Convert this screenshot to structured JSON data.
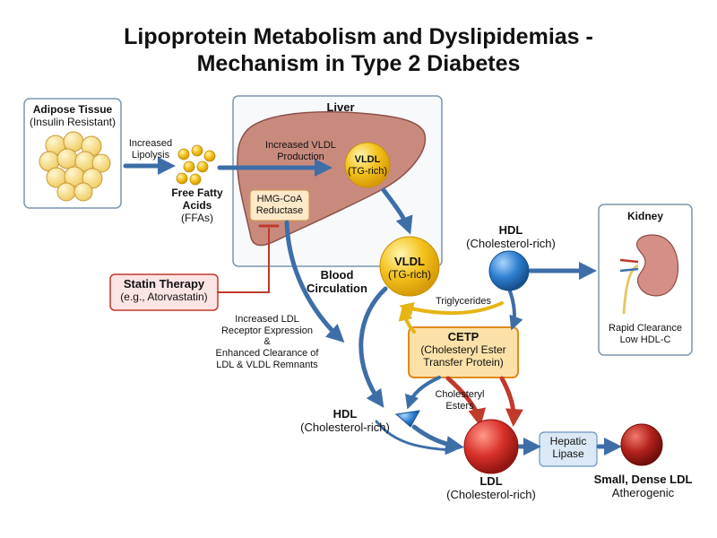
{
  "title": {
    "line1": "Lipoprotein Metabolism and Dyslipidemias -",
    "line2": "Mechanism in Type 2 Diabetes"
  },
  "adipose": {
    "title": "Adipose Tissue",
    "subtitle": "(Insulin Resistant)"
  },
  "lipolysis": {
    "line1": "Increased",
    "line2": "Lipolysis"
  },
  "ffa": {
    "line1": "Free Fatty",
    "line2": "Acids",
    "line3": "(FFAs)"
  },
  "liver": {
    "title": "Liver"
  },
  "vldl_production": {
    "line1": "Increased VLDL",
    "line2": "Production"
  },
  "vldl_liver": {
    "name": "VLDL",
    "sub": "(TG-rich)"
  },
  "hmg": {
    "line1": "HMG-CoA",
    "line2": "Reductase"
  },
  "statin": {
    "line1": "Statin Therapy",
    "line2": "(e.g., Atorvastatin)"
  },
  "blood": {
    "line1": "Blood",
    "line2": "Circulation"
  },
  "vldl_blood": {
    "name": "VLDL",
    "sub": "(TG-rich)"
  },
  "hdl_top": {
    "name": "HDL",
    "sub": "(Cholesterol-rich)"
  },
  "triglycerides": "Triglycerides",
  "kidney": {
    "title": "Kidney",
    "line1": "Rapid Clearance",
    "line2": "Low HDL-C"
  },
  "ldl_receptor": {
    "line1": "Increased LDL",
    "line2": "Receptor Expression",
    "line3": "&",
    "line4": "Enhanced Clearance of",
    "line5": "LDL & VLDL Remnants"
  },
  "cetp": {
    "name": "CETP",
    "line1": "(Cholesteryl Ester",
    "line2": "Transfer Protein)"
  },
  "cholesteryl_esters": {
    "line1": "Cholesteryl",
    "line2": "Esters"
  },
  "hdl_bottom": {
    "name": "HDL",
    "sub": "(Cholesterol-rich)"
  },
  "ldl": {
    "name": "LDL",
    "sub": "(Cholesterol-rich)"
  },
  "hepatic_lipase": {
    "line1": "Hepatic",
    "line2": "Lipase"
  },
  "small_ldl": {
    "name": "Small, Dense LDL",
    "sub": "Atherogenic"
  },
  "colors": {
    "arrow_blue": "#3d6ea8",
    "arrow_red": "#c0392b",
    "arrow_yellow": "#e5b512",
    "liver_fill": "#c98a7e",
    "vldl_yellow": "#f4c21c",
    "hdl_blue": "#2e7fd1",
    "ldl_red": "#d9302a",
    "cetp_fill": "#fbe1a8",
    "statin_fill": "#fbe4e4",
    "hepatic_fill": "#dbe9f7"
  },
  "icons": [
    "adipose-cells-icon",
    "ffa-droplets-icon",
    "liver-icon",
    "kidney-icon",
    "inhibit-bar-icon"
  ]
}
